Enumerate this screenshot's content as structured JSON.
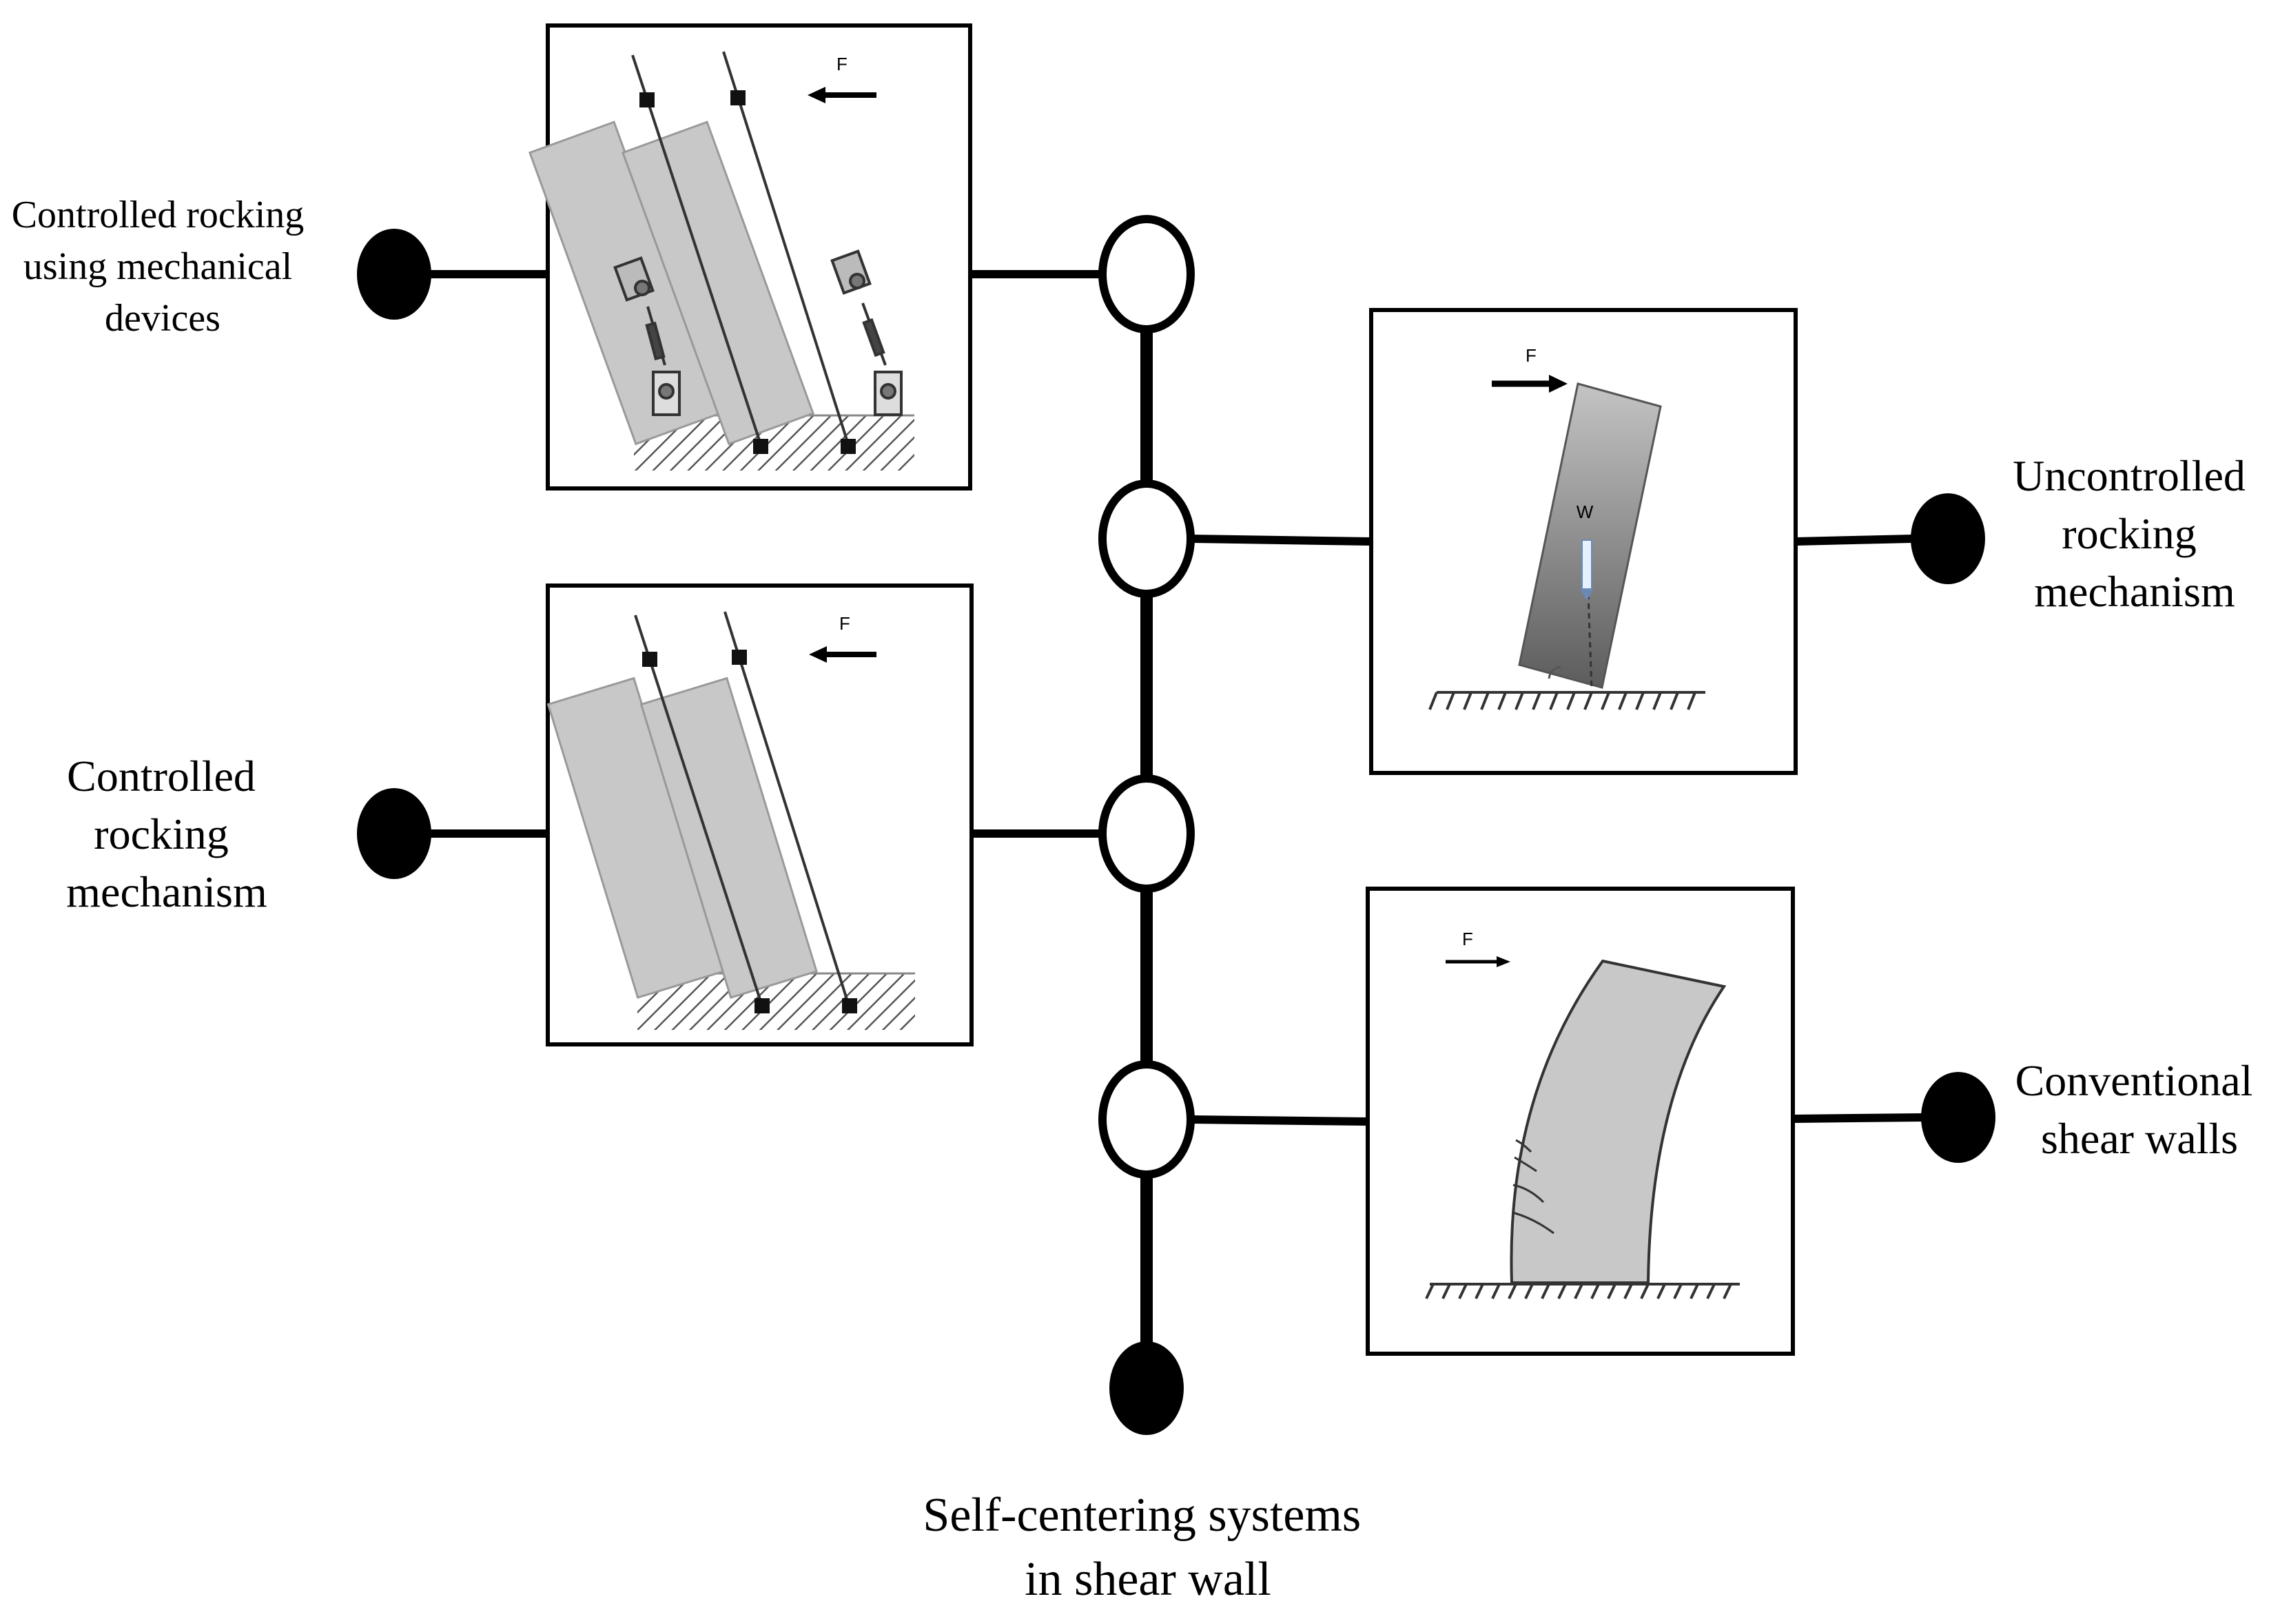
{
  "root": {
    "label_line1": "Self-centering systems",
    "label_line2": "in shear wall"
  },
  "branches": [
    {
      "id": "mechanical-devices",
      "label_lines": [
        "Controlled rocking",
        "using mechanical",
        "devices"
      ],
      "force_label": "F"
    },
    {
      "id": "controlled-rocking",
      "label_lines": [
        "Controlled",
        "rocking",
        "mechanism"
      ],
      "force_label": "F"
    },
    {
      "id": "uncontrolled-rocking",
      "label_lines": [
        "Uncontrolled",
        "rocking",
        "mechanism"
      ],
      "force_label": "F",
      "weight_label": "W"
    },
    {
      "id": "conventional-shear-walls",
      "label_lines": [
        "Conventional",
        "shear walls"
      ],
      "force_label": "F"
    }
  ],
  "colors": {
    "stroke": "#000000",
    "wall_fill": "#c8c8c8",
    "wall_dark": "#6e6e6e",
    "background": "#ffffff"
  }
}
